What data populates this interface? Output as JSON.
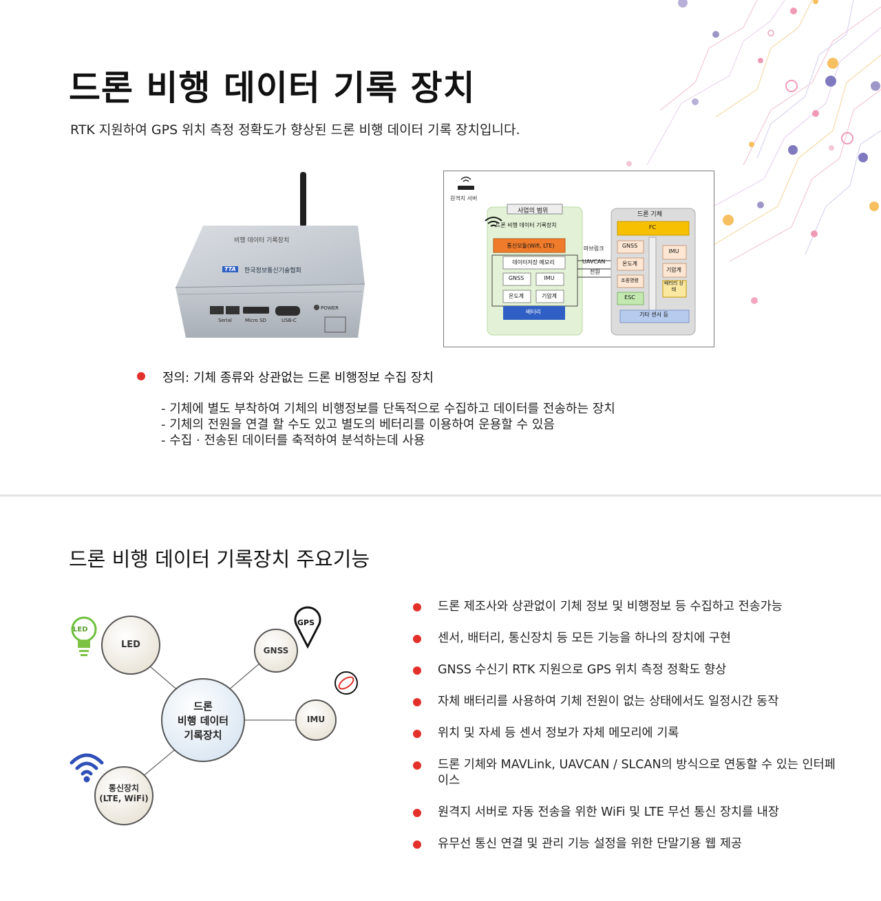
{
  "header": {
    "title": "드론 비행 데이터 기록 장치",
    "subtitle": "RTK 지원하여 GPS 위치 측정 정확도가 향상된 드론 비행 데이터 기록 장치입니다."
  },
  "device_photo": {
    "top_label": "비행 데이터 기록장치",
    "brand_logo": "TTA",
    "brand_name": "한국정보통신기술협회",
    "ports": [
      "Serial",
      "Micro SD",
      "USB-C"
    ],
    "power_label": "POWER"
  },
  "system_diagram": {
    "server_label": "원격지 서버",
    "scope_title": "사업의 범위",
    "recorder_title": "드론 비행 데이터 기록장치",
    "comm_module": "통신모듈(Wifi, LTE)",
    "storage": "데이터저장 메모리",
    "left_sensors": [
      "GNSS",
      "IMU",
      "온도계",
      "기압계"
    ],
    "battery": "배터리",
    "links": [
      "마브링크",
      "UAVCAN",
      "전원"
    ],
    "drone_title": "드론 기체",
    "fc": "FC",
    "drone_left": [
      "GNSS",
      "온도계",
      "조종명령",
      "ESC"
    ],
    "drone_right": [
      "IMU",
      "기압계",
      "배터리 상태"
    ],
    "other_sensors": "기타 센서 등"
  },
  "definition": {
    "text": "정의: 기체 종류와 상관없는 드론 비행정보 수집 장치",
    "details": [
      "- 기체에 별도 부착하여 기체의 비행정보를 단독적으로 수집하고 데이터를 전송하는 장치",
      "- 기체의 전원을 연결 할 수도 있고 별도의 베터리를 이용하여 운용할 수 있음",
      "- 수집 · 전송된 데이터를 축적하여 분석하는데 사용"
    ]
  },
  "features": {
    "title": "드론 비행 데이터 기록장치 주요기능",
    "diagram": {
      "center_lines": [
        "드론",
        "비행 데이터",
        "기록장치"
      ],
      "led": "LED",
      "led_icon_label": "LED",
      "gnss": "GNSS",
      "gps_icon_label": "GPS",
      "imu": "IMU",
      "comm_lines": [
        "통신장치",
        "(LTE, WiFi)"
      ]
    },
    "items": [
      "드론 제조사와 상관없이 기체 정보 및 비행정보 등 수집하고 전송가능",
      "센서, 배터리, 통신장치 등 모든 기능을 하나의 장치에 구현",
      "GNSS 수신기 RTK 지원으로 GPS 위치 측정 정확도 향상",
      "자체 배터리를 사용하여 기체 전원이 없는 상태에서도 일정시간 동작",
      "위치 및 자세 등 센서 정보가 자체 메모리에 기록",
      "드론 기체와 MAVLink, UAVCAN / SLCAN의 방식으로 연동할 수 있는 인터페이스",
      "원격지 서버로 자동 전송을 위한 WiFi 및 LTE 무선 통신 장치를 내장",
      "유무선 통신 연결 및 관리 기능 설정을 위한 단말기용 웹 제공"
    ]
  },
  "colors": {
    "bullet": "#e4302a",
    "orange": "#f07c2b",
    "yellow": "#f7c000",
    "blue": "#2f5fc4",
    "green_panel": "#e3f2d6",
    "gray_panel": "#dcdcdc"
  }
}
